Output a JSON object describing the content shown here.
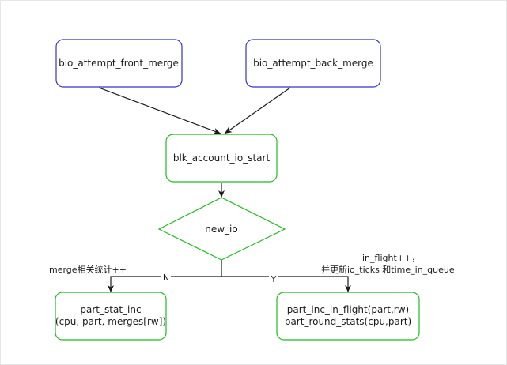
{
  "nodes": {
    "front_merge": {
      "label": "bio_attempt_front_merge"
    },
    "back_merge": {
      "label": "bio_attempt_back_merge"
    },
    "io_start": {
      "label": "blk_account_io_start"
    },
    "new_io": {
      "label": "new_io"
    },
    "stat_inc": {
      "line1": "part_stat_inc",
      "line2": "(cpu, part, merges[rw])"
    },
    "inc_in_flight": {
      "line1": "part_inc_in_flight(part,rw)",
      "line2": "part_round_stats(cpu,part)"
    }
  },
  "edges": {
    "no_label": "N",
    "yes_label": "Y"
  },
  "annotations": {
    "merge_stats": "merge相关统计++",
    "in_flight_line1": "in_flight++，",
    "in_flight_line2": "并更新io_ticks 和time_in_queue"
  },
  "colors": {
    "blue_border": "#3333cc",
    "green_border": "#22bb22",
    "edge": "#1a1a1a"
  }
}
